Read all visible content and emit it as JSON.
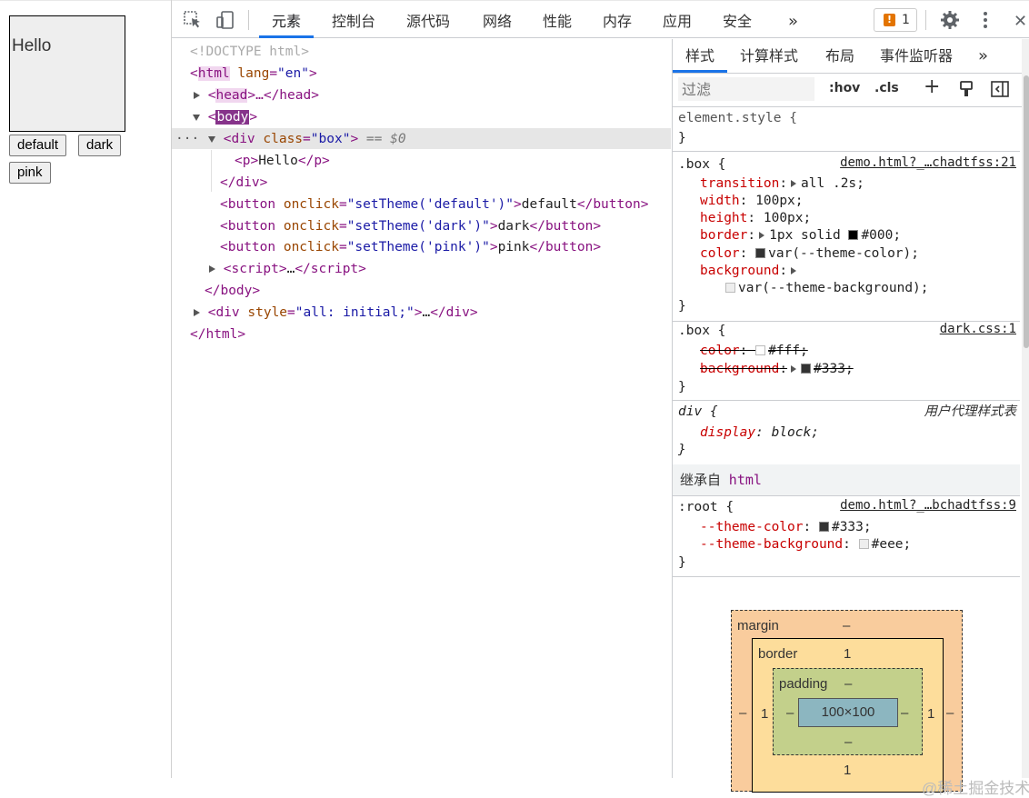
{
  "preview": {
    "box_text": "Hello",
    "buttons": [
      "default",
      "dark",
      "pink"
    ]
  },
  "toolbar": {
    "tabs": [
      "元素",
      "控制台",
      "源代码",
      "网络",
      "性能",
      "内存",
      "应用",
      "安全"
    ],
    "more": "»",
    "issues_count": "1",
    "close": "✕"
  },
  "elements": {
    "doctype": "<!DOCTYPE html>",
    "html_open_tag": "html",
    "lang_attr": "lang",
    "lang_val": "\"en\"",
    "head": "head",
    "head_ellipsis": ">…</head>",
    "body": "body",
    "div_class": "\"box\"",
    "eq_dollar": "== $0",
    "p_text": "Hello",
    "btn1_onclick": "\"setTheme('default')\"",
    "btn1_text": "default",
    "btn2_onclick": "\"setTheme('dark')\"",
    "btn2_text": "dark",
    "btn3_onclick": "\"setTheme('pink')\"",
    "btn3_text": "pink",
    "script_ellipsis": "…",
    "div2_style": "\"all: initial;\"",
    "div2_ellipsis": "…"
  },
  "styles": {
    "tabs": [
      "样式",
      "计算样式",
      "布局",
      "事件监听器"
    ],
    "more": "»",
    "filter_placeholder": "过滤",
    "hov": ":hov",
    "cls": ".cls",
    "rules": {
      "element_style": "element.style {",
      "box_selector": ".box {",
      "box_source": "demo.html?_…chadtfss:21",
      "transition_val": "all .2s;",
      "width_val": "100px;",
      "height_val": "100px;",
      "border_val_a": "1px solid",
      "border_val_b": "#000;",
      "color_val": "var(--theme-color);",
      "background_val": "var(--theme-background);",
      "dark_selector": ".box {",
      "dark_source": "dark.css:1",
      "dark_color": "#fff;",
      "dark_bg": "#333;",
      "div_selector": "div {",
      "ua_label": "用户代理样式表",
      "display_val": "block;",
      "inherit_label": "继承自",
      "inherit_from": "html",
      "root_selector": ":root {",
      "root_source": "demo.html?_…bchadtfss:9",
      "theme_color_val": "#333;",
      "theme_bg_val": "#eee;"
    },
    "colors": {
      "black": "#000000",
      "dark": "#333333",
      "white": "#ffffff",
      "light": "#eeeeee"
    }
  },
  "boxmodel": {
    "margin_label": "margin",
    "margin_val": "–",
    "border_label": "border",
    "border_val": "1",
    "padding_label": "padding",
    "padding_val": "–",
    "content": "100×100",
    "dash": "–",
    "one": "1"
  },
  "watermark": "@稀土掘金技术社区"
}
